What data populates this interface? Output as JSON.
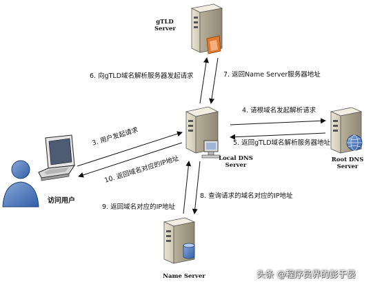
{
  "nodes": {
    "gtld": {
      "line1": "gTLD",
      "line2": "Server"
    },
    "local": {
      "line1": "Local DNS",
      "line2": "Server"
    },
    "root": {
      "line1": "Root DNS",
      "line2": "Server"
    },
    "ns": {
      "line1": "Name Server"
    },
    "user": {
      "label": "访问用户"
    }
  },
  "steps": {
    "s3": "3. 用户发起请求",
    "s4": "4. 请根域名发起解析请求",
    "s5": "5. 返回gTLD域名解析服务器地址",
    "s6": "6. 向gTLD域名解析服务器发起请求",
    "s7": "7. 返回Name Server服务器地址",
    "s8": "8. 查询请求的域名对应的IP地址",
    "s9": "9. 返回域名对应的IP地址",
    "s10": "10. 返回域名对应的IP地址"
  },
  "watermark": "头条 @程序员界的彭于晏",
  "icons": [
    "server-icon",
    "database-icon",
    "globe-icon",
    "laptop-icon",
    "user-icon"
  ]
}
